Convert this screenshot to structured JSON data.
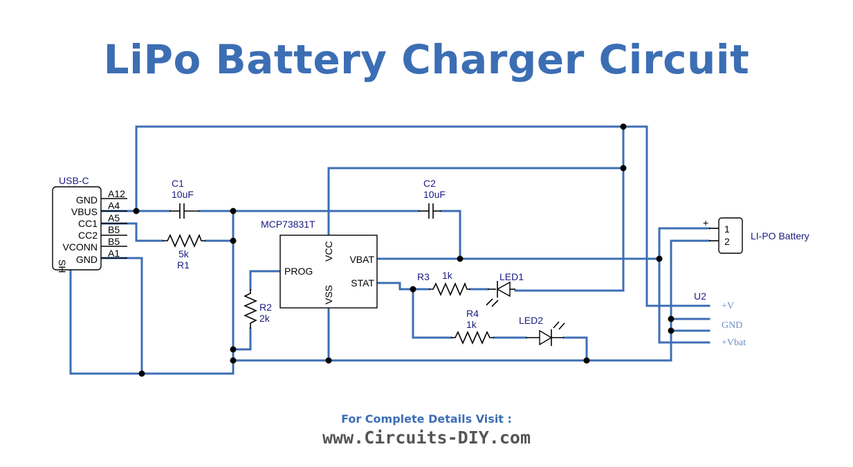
{
  "title": "LiPo Battery Charger Circuit",
  "usb": {
    "name": "USB-C",
    "left_pins": [
      "GND",
      "VBUS",
      "CC1",
      "CC2",
      "VCONN",
      "GND"
    ],
    "right_pins": [
      "A12",
      "A4",
      "A5",
      "B5",
      "B5",
      "A1"
    ],
    "shield": "SH"
  },
  "c1": {
    "name": "C1",
    "value": "10uF"
  },
  "c2": {
    "name": "C2",
    "value": "10uF"
  },
  "r1": {
    "name": "R1",
    "value": "5k"
  },
  "r2": {
    "name": "R2",
    "value": "2k"
  },
  "r3": {
    "name": "R3",
    "value": "1k"
  },
  "r4": {
    "name": "R4",
    "value": "1k"
  },
  "ic": {
    "name": "MCP73831T",
    "pins": {
      "vcc": "VCC",
      "vbat": "VBAT",
      "prog": "PROG",
      "stat": "STAT",
      "vss": "VSS"
    }
  },
  "led1": {
    "name": "LED1"
  },
  "led2": {
    "name": "LED2"
  },
  "battery": {
    "label": "LI-PO Battery",
    "pins": [
      "1",
      "2"
    ],
    "plus": "+"
  },
  "u2": {
    "name": "U2",
    "pins": [
      "+V",
      "GND",
      "+Vbat"
    ]
  },
  "footer": {
    "line1": "For Complete Details Visit :",
    "line2": "www.Circuits-DIY.com"
  },
  "colors": {
    "wire": "#3c6eb4",
    "title": "#3c6eb4",
    "footer_url": "#555555"
  }
}
